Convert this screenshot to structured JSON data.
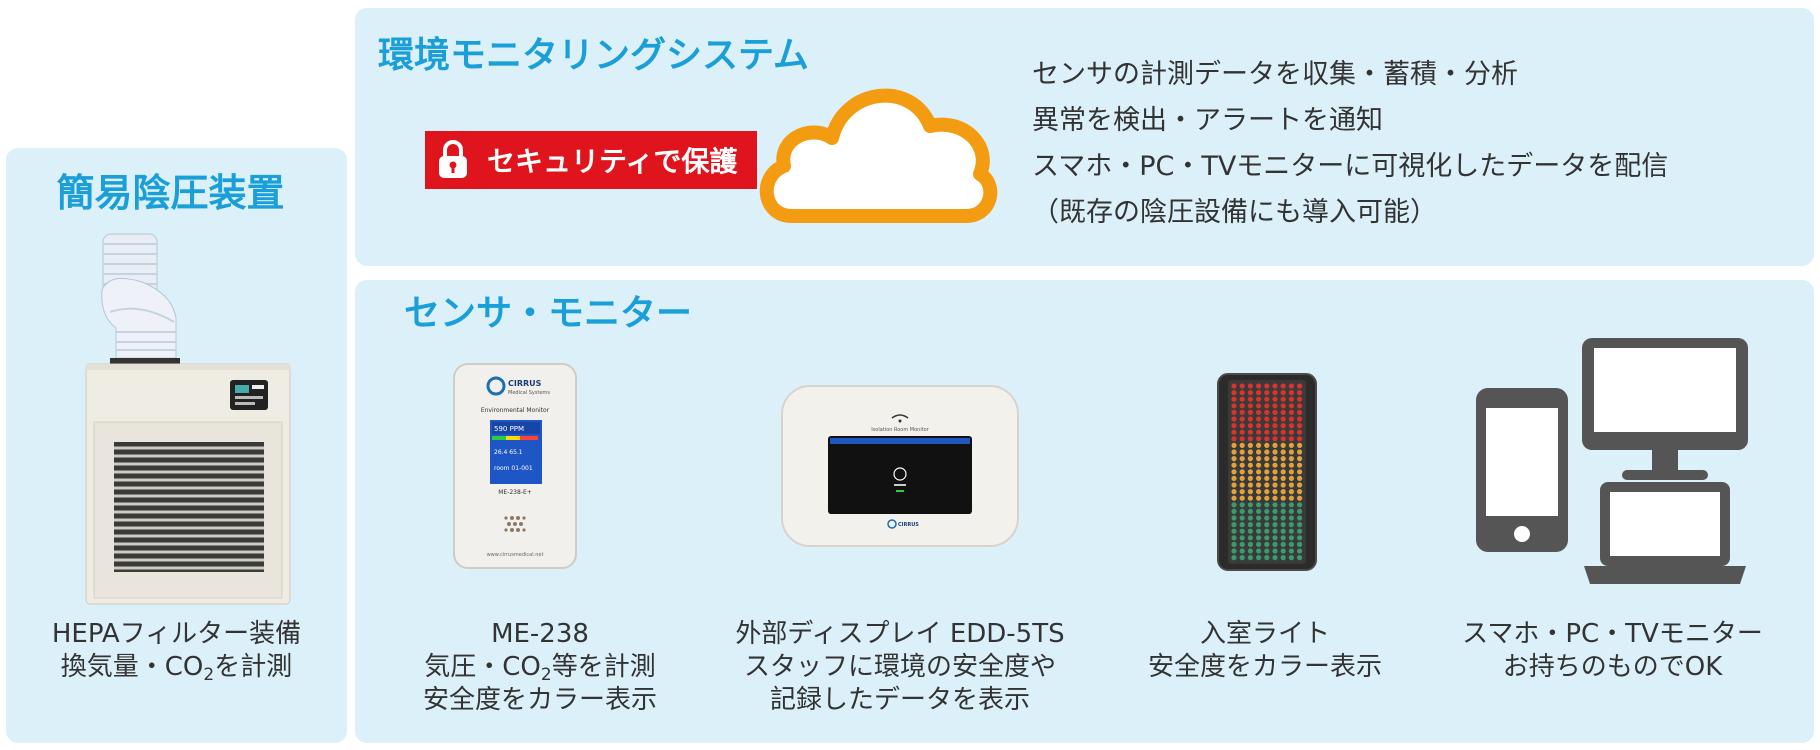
{
  "left_panel": {
    "title": "簡易陰圧装置",
    "caption_line1": "HEPAフィルター装備",
    "caption_line2_prefix": "換気量・CO",
    "caption_line2_sub": "2",
    "caption_line2_suffix": "を計測"
  },
  "top_panel": {
    "title": "環境モニタリングシステム",
    "security_badge": "セキュリティで保護",
    "features": [
      "センサの計測データを収集・蓄積・分析",
      "異常を検出・アラートを通知",
      "スマホ・PC・TVモニターに可視化したデータを配信",
      "（既存の陰圧設備にも導入可能）"
    ]
  },
  "bottom_panel": {
    "title": "センサ・モニター",
    "device_me238": {
      "brand": "CIRRUS",
      "brand_sub": "Medical Systems",
      "screen_title": "Environmental Monitor",
      "ppm": "590 PPM",
      "temp_hum": "26.4  65.1",
      "room": "room 01-001",
      "model_label": "ME-238-E+",
      "url": "www.cirrusmedical.net"
    },
    "device_edd": {
      "header": "Isolation Room Monitor",
      "brand": "CIRRUS"
    },
    "captions": {
      "me238": [
        "ME-238",
        "気圧・CO",
        "2",
        "等を計測",
        "安全度をカラー表示"
      ],
      "display": [
        "外部ディスプレイ EDD-5TS",
        "スタッフに環境の安全度や",
        "記録したデータを表示"
      ],
      "light": [
        "入室ライト",
        "安全度をカラー表示"
      ],
      "devices": [
        "スマホ・PC・TVモニター",
        "お持ちのものでOK"
      ]
    }
  },
  "colors": {
    "panel_bg": "#dcf0fa",
    "title_blue": "#1a9fd9",
    "cloud_orange": "#f39c12",
    "security_red": "#e0141d",
    "device_gray": "#555555"
  }
}
